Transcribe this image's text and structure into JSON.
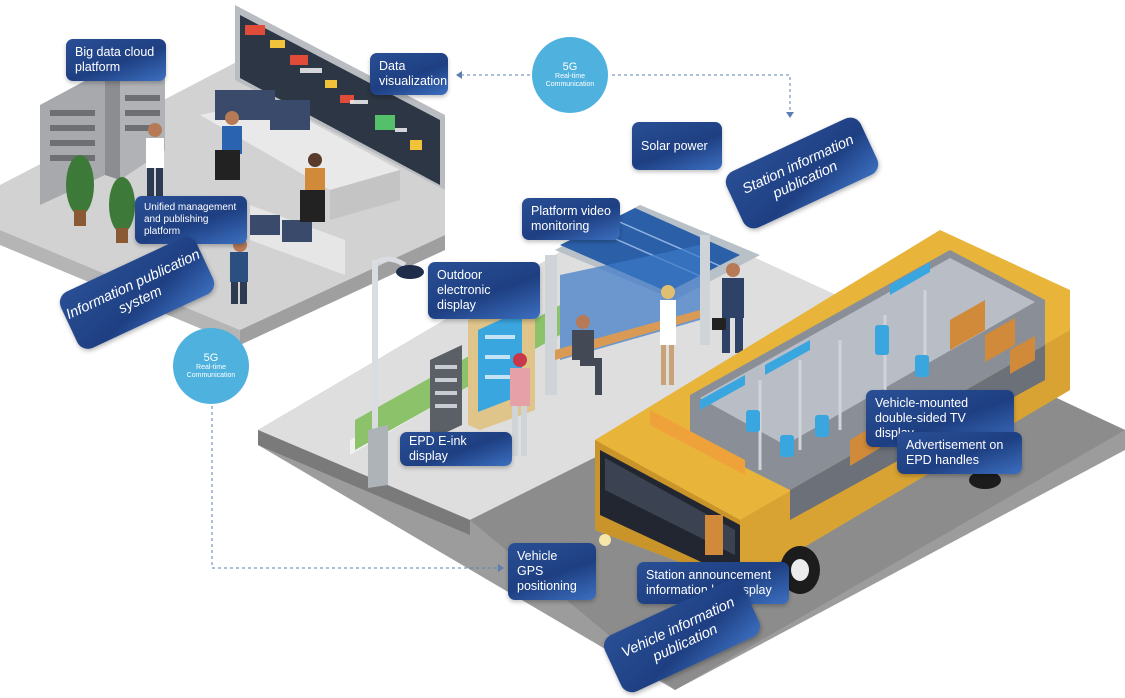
{
  "labels": {
    "big_data": "Big data cloud platform",
    "data_viz": "Data visualization",
    "unified": "Unified management and publishing platform",
    "solar": "Solar power",
    "platform_video": "Platform video monitoring",
    "outdoor_display": "Outdoor electronic display",
    "epd_eink": "EPD E-ink display",
    "vehicle_tv": "Vehicle-mounted double-sided TV display",
    "epd_handles": "Advertisement on EPD handles",
    "gps": "Vehicle GPS positioning",
    "station_bar": "Station announcement information bar display"
  },
  "tags": {
    "info_system": "Information publication system",
    "station_info": "Station information publication",
    "vehicle_info": "Vehicle information publication"
  },
  "comm": {
    "top": {
      "line1": "5G",
      "line2": "Real-time",
      "line3": "Communication"
    },
    "left": {
      "line1": "5G",
      "line2": "Real-time",
      "line3": "Communication"
    }
  },
  "colors": {
    "label_bg": "#244a8f",
    "circle_bg": "#4fb2de",
    "bus_yellow": "#e8b43a",
    "floor_gray": "#cfcfcf",
    "road_gray": "#9a9a9a",
    "connector": "#5b7fb3"
  }
}
